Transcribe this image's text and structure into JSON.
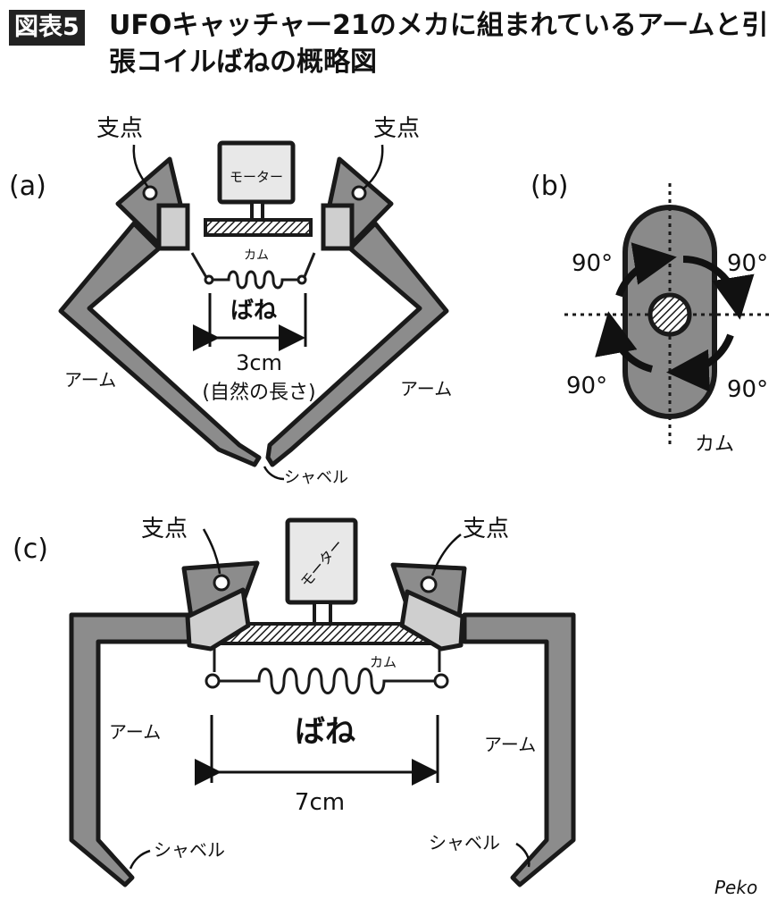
{
  "header": {
    "figure_tag": "図表5",
    "title": "UFOキャッチャー21のメカに組まれているアームと引張コイルばねの概略図"
  },
  "panel_a": {
    "label": "(a)",
    "fulcrum_left": "支点",
    "fulcrum_right": "支点",
    "motor": "モーター",
    "cam": "カム",
    "spring": "ばね",
    "length": "3cm",
    "length_note": "(自然の長さ)",
    "arm_left": "アーム",
    "arm_right": "アーム",
    "shovel": "シャベル"
  },
  "panel_b": {
    "label": "(b)",
    "angle_tl": "90°",
    "angle_tr": "90°",
    "angle_bl": "90°",
    "angle_br": "90°",
    "cam": "カム"
  },
  "panel_c": {
    "label": "(c)",
    "fulcrum_left": "支点",
    "fulcrum_right": "支点",
    "motor": "モーター",
    "cam": "カム",
    "spring": "ばね",
    "length": "7cm",
    "arm_left": "アーム",
    "arm_right": "アーム",
    "shovel_left": "シャベル",
    "shovel_right": "シャベル"
  },
  "signature": "Peko",
  "colors": {
    "arm_fill": "#8c8c8c",
    "dark_stroke": "#1a1a1a",
    "cam_fill": "#8a8a8a",
    "motor_fill": "#e8e8e8"
  }
}
